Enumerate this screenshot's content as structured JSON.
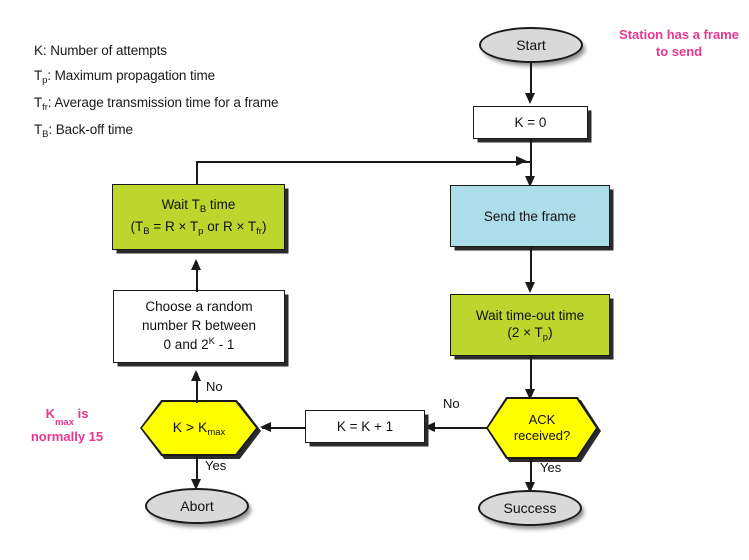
{
  "legend": {
    "lines": [
      {
        "symbol": "K",
        "sub": "",
        "text": ": Number of attempts"
      },
      {
        "symbol": "T",
        "sub": "p",
        "text": ": Maximum propagation time"
      },
      {
        "symbol": "T",
        "sub": "fr",
        "text": ": Average transmission time for a frame"
      },
      {
        "symbol": "T",
        "sub": "B",
        "text": ": Back-off time"
      }
    ]
  },
  "annotations": {
    "start_note": "Station has a frame to send",
    "kmax_note": "Kmax is normally 15",
    "kmax_note_line1_pre": "K",
    "kmax_note_line1_sub": "max",
    "kmax_note_line1_post": " is",
    "kmax_note_line2": "normally 15"
  },
  "nodes": {
    "start": {
      "label": "Start",
      "shape": "oval",
      "color": "#d9d9d9"
    },
    "k_zero": {
      "label": "K = 0",
      "shape": "rect",
      "color": "#ffffff"
    },
    "send_frame": {
      "label": "Send the frame",
      "shape": "rect",
      "color": "#aeddea"
    },
    "wait_timeout": {
      "line1": "Wait time-out time",
      "line2_pre": "(2 × T",
      "line2_sub": "p",
      "line2_post": ")",
      "shape": "rect",
      "color": "#bcd62e"
    },
    "ack_received": {
      "line1": "ACK",
      "line2": "received?",
      "shape": "hexagon",
      "color": "#ffff00"
    },
    "success": {
      "label": "Success",
      "shape": "oval",
      "color": "#d9d9d9"
    },
    "k_increment": {
      "label": "K = K + 1",
      "shape": "rect",
      "color": "#ffffff"
    },
    "k_gt_kmax": {
      "pre": "K > K",
      "sub": "max",
      "shape": "hexagon",
      "color": "#ffff00"
    },
    "abort": {
      "label": "Abort",
      "shape": "oval",
      "color": "#d9d9d9"
    },
    "choose_random": {
      "line1": "Choose a random",
      "line2": "number R between",
      "line3_pre": "0 and 2",
      "line3_sup": "K",
      "line3_post": " - 1",
      "shape": "rect",
      "color": "#ffffff"
    },
    "wait_tb": {
      "line1_pre": "Wait T",
      "line1_sub": "B",
      "line1_post": " time",
      "line2_a": "(T",
      "line2_a_sub": "B",
      "line2_b": " = R × T",
      "line2_b_sub": "p",
      "line2_c": " or R × T",
      "line2_c_sub": "fr",
      "line2_d": ")",
      "shape": "rect",
      "color": "#bcd62e"
    }
  },
  "edge_labels": {
    "ack_no": "No",
    "ack_yes": "Yes",
    "kmax_no": "No",
    "kmax_yes": "Yes"
  },
  "colors": {
    "green": "#bcd62e",
    "blue": "#aeddea",
    "yellow": "#ffff00",
    "gray": "#d9d9d9",
    "pink": "#e8378f",
    "stroke": "#1a1a1a"
  }
}
